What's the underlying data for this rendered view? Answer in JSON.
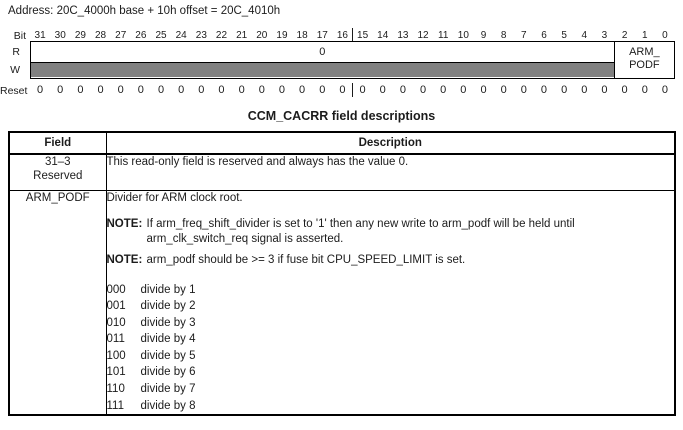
{
  "address_line": "Address: 20C_4000h base + 10h offset = 20C_4010h",
  "diagram": {
    "bit_label": "Bit",
    "read_label": "R",
    "write_label": "W",
    "reset_label": "Reset",
    "bits": [
      "31",
      "30",
      "29",
      "28",
      "27",
      "26",
      "25",
      "24",
      "23",
      "22",
      "21",
      "20",
      "19",
      "18",
      "17",
      "16",
      "15",
      "14",
      "13",
      "12",
      "11",
      "10",
      "9",
      "8",
      "7",
      "6",
      "5",
      "4",
      "3",
      "2",
      "1",
      "0"
    ],
    "reserved_read_value": "0",
    "field_name_line1": "ARM_",
    "field_name_line2": "PODF",
    "reset_values": [
      "0",
      "0",
      "0",
      "0",
      "0",
      "0",
      "0",
      "0",
      "0",
      "0",
      "0",
      "0",
      "0",
      "0",
      "0",
      "0",
      "0",
      "0",
      "0",
      "0",
      "0",
      "0",
      "0",
      "0",
      "0",
      "0",
      "0",
      "0",
      "0",
      "0",
      "0",
      "0"
    ],
    "colors": {
      "write_shade": "#808080"
    }
  },
  "table": {
    "title": "CCM_CACRR field descriptions",
    "col_field": "Field",
    "col_description": "Description",
    "row_reserved": {
      "field_line1": "31–3",
      "field_line2": "Reserved",
      "description": "This read-only field is reserved and always has the value 0."
    },
    "row_arm_podf": {
      "field": "ARM_PODF",
      "intro": "Divider for ARM clock root.",
      "note1_label": "NOTE:",
      "note1_text": "If arm_freq_shift_divider is set to '1' then any new write to arm_podf will be held until arm_clk_switch_req signal is asserted.",
      "note2_label": "NOTE:",
      "note2_text": "arm_podf should be >= 3 if fuse bit CPU_SPEED_LIMIT is set.",
      "options": [
        {
          "code": "000",
          "meaning": "divide by 1"
        },
        {
          "code": "001",
          "meaning": "divide by 2"
        },
        {
          "code": "010",
          "meaning": "divide by 3"
        },
        {
          "code": "011",
          "meaning": "divide by 4"
        },
        {
          "code": "100",
          "meaning": "divide by 5"
        },
        {
          "code": "101",
          "meaning": "divide by 6"
        },
        {
          "code": "110",
          "meaning": "divide by 7"
        },
        {
          "code": "111",
          "meaning": "divide by 8"
        }
      ]
    }
  }
}
